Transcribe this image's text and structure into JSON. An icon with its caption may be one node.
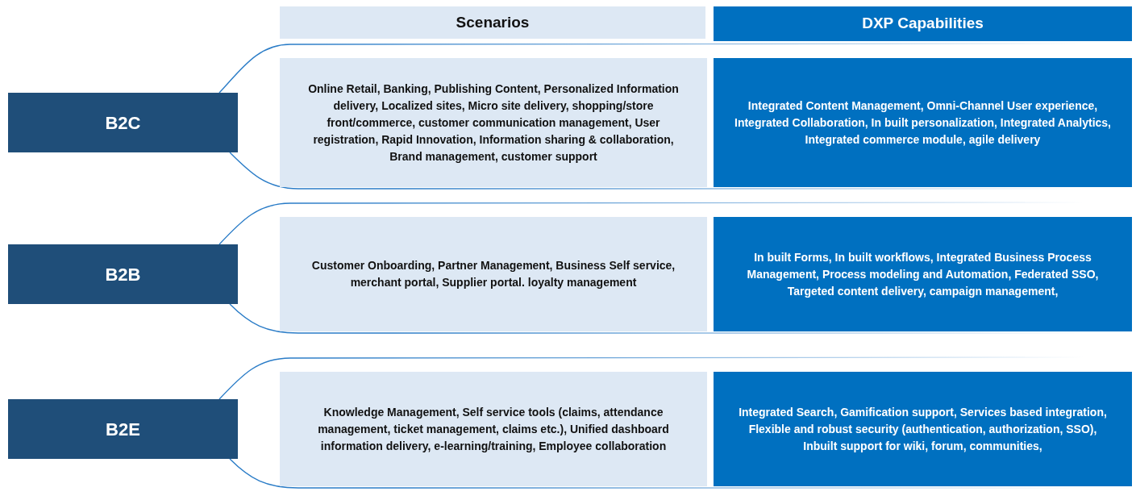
{
  "diagram": {
    "nodes": [
      {
        "text": [
          "Scenarios"
        ]
      },
      {
        "text": [
          "DXP Capabilities"
        ]
      },
      {
        "text": [
          "B2C"
        ]
      },
      {
        "text": [
          "Online Retail, Banking, Publishing Content, Personalized Information delivery, Localized sites, Micro site delivery, shopping/store front/commerce, customer communication management, User registration, Rapid Innovation, Information sharing & collaboration, Brand management, customer support"
        ]
      },
      {
        "text": [
          "Integrated Content Management, Omni-Channel User experience,  Integrated Collaboration, In built personalization, Integrated Analytics, Integrated commerce module, agile delivery"
        ]
      },
      {
        "text": [
          "B2B"
        ]
      },
      {
        "text": [
          "Customer Onboarding, Partner Management,  Business Self service, merchant portal,  Supplier portal. loyalty management"
        ]
      },
      {
        "text": [
          "In built Forms, In built workflows, Integrated Business Process Management, Process modeling and Automation, Federated SSO, Targeted content delivery, campaign management,"
        ]
      },
      {
        "text": [
          "B2E"
        ]
      },
      {
        "text": [
          "Knowledge Management, Self service tools (claims, attendance management, ticket management, claims etc.), Unified dashboard information delivery, e-learning/training,  Employee collaboration"
        ]
      },
      {
        "text": [
          "Integrated Search, Gamification support, Services based integration, Flexible and robust security (authentication, authorization, SSO), Inbuilt support for wiki, forum, communities,"
        ]
      }
    ]
  }
}
